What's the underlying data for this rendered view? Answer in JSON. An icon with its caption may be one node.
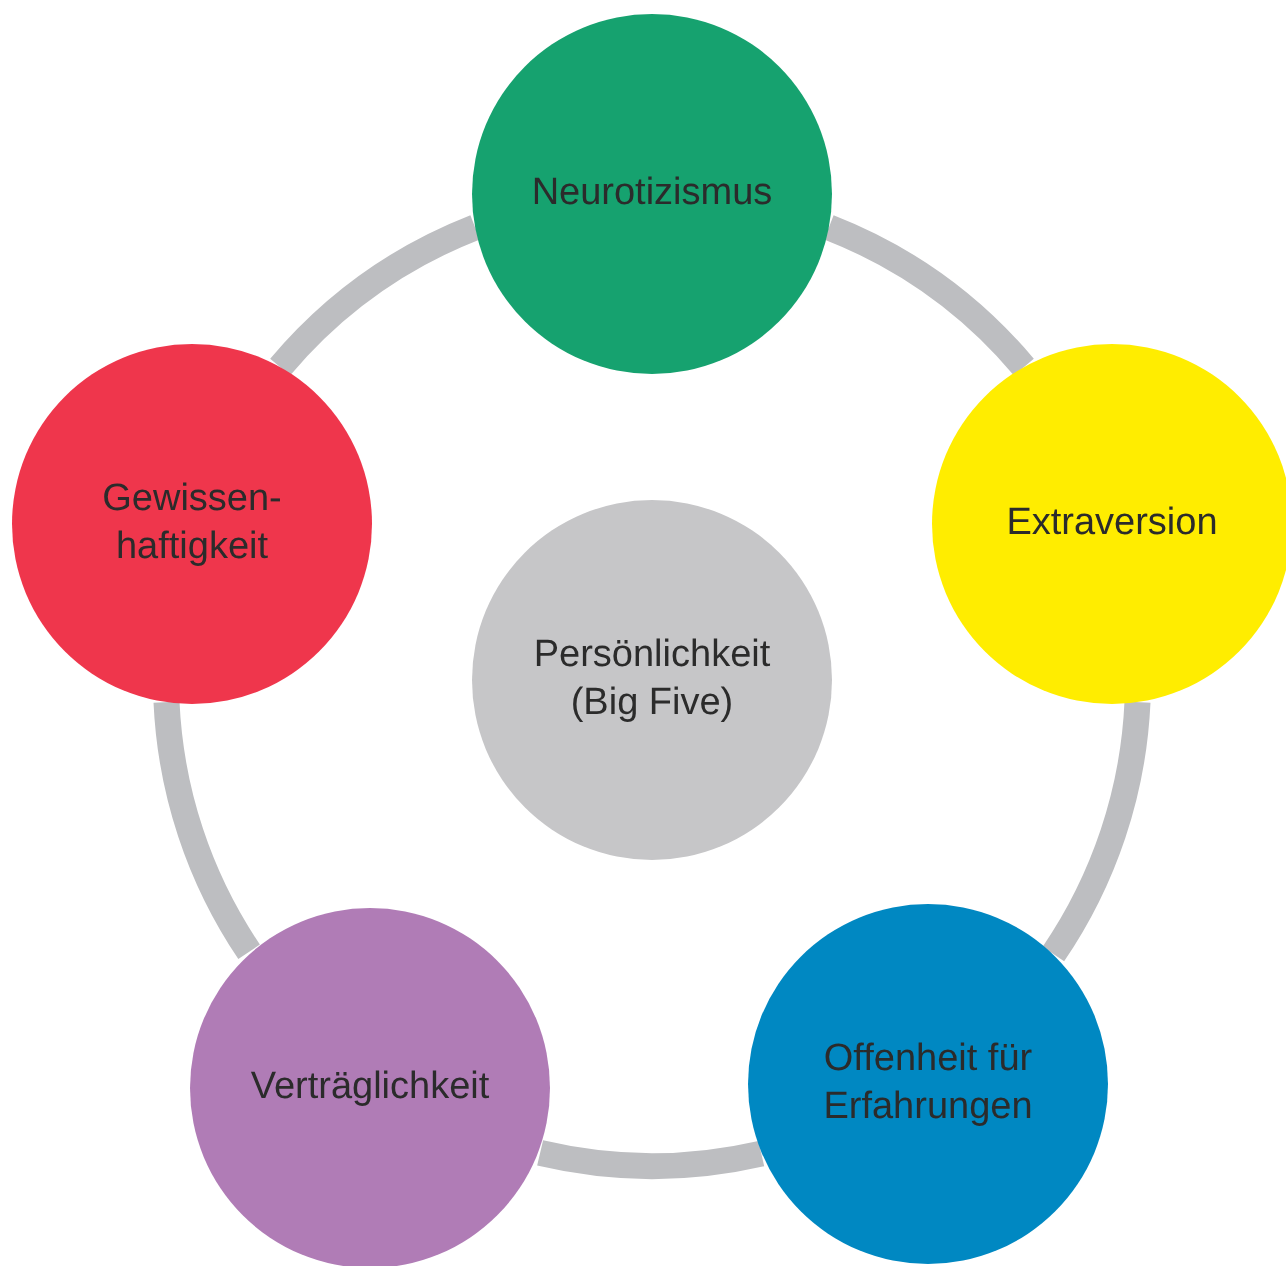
{
  "diagram": {
    "nodes": [
      {
        "text": [
          "Neurotizismus"
        ]
      },
      {
        "text": [
          "Extraversion"
        ]
      },
      {
        "text": [
          "Offenheit für Erfahrungen"
        ]
      },
      {
        "text": [
          "Verträglichkeit"
        ]
      },
      {
        "text": [
          "Gewissen- haftigkeit"
        ]
      },
      {
        "text": [
          "Persönlichkeit (Big Five)"
        ]
      }
    ],
    "edges": [
      {
        "from": 0,
        "to": 1,
        "arrow": "none"
      },
      {
        "from": 1,
        "to": 2,
        "arrow": "none"
      },
      {
        "from": 2,
        "to": 3,
        "arrow": "none"
      },
      {
        "from": 3,
        "to": 4,
        "arrow": "none"
      },
      {
        "from": 4,
        "to": 0,
        "arrow": "none"
      }
    ]
  }
}
